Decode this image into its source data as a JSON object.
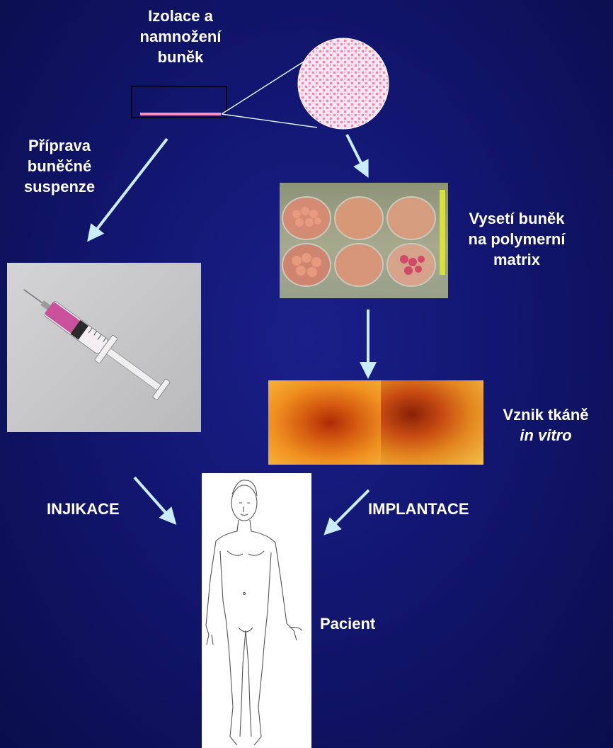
{
  "steps": {
    "isolation": {
      "line1": "Izolace a",
      "line2": "namnožení",
      "line3": "buněk"
    },
    "suspension": {
      "line1": "Příprava",
      "line2": "buněčné",
      "line3": "suspenze"
    },
    "seeding": {
      "line1": "Vysetí buněk",
      "line2": "na polymerní",
      "line3": "matrix"
    },
    "tissue": {
      "line1": "Vznik tkáně",
      "line2": "in vitro"
    },
    "injection": {
      "label": "INJIKACE"
    },
    "implantation": {
      "label": "IMPLANTACE"
    },
    "patient": {
      "label": "Pacient"
    }
  },
  "colors": {
    "background": "#121670",
    "arrow": "#c9ecff",
    "cells": "#ee88b8",
    "culture_line": "#ff8fbf"
  }
}
